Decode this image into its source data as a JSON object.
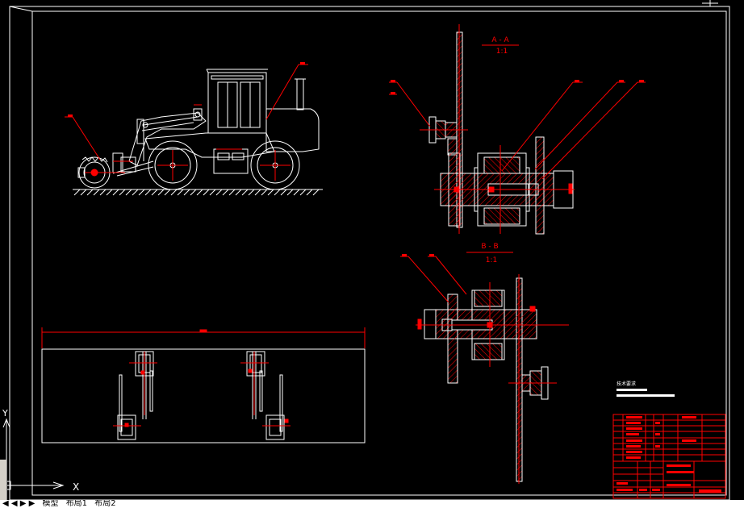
{
  "drawing": {
    "section_a_label": "A - A",
    "section_a_scale": "1:1",
    "section_b_label": "B - B",
    "section_b_scale": "1:1",
    "tech_req_title": "技术要求",
    "axis_x": "X",
    "axis_y": "Y"
  },
  "tabs": {
    "nav_arrows": "◀ ◀ ▶ ▶",
    "model_tab": "模型",
    "layout1_tab": "布局1",
    "layout2_tab": "布局2"
  },
  "colors": {
    "background": "#000000",
    "outline": "#ffffff",
    "annotation": "#ff0000",
    "hatch": "#ff0000"
  }
}
